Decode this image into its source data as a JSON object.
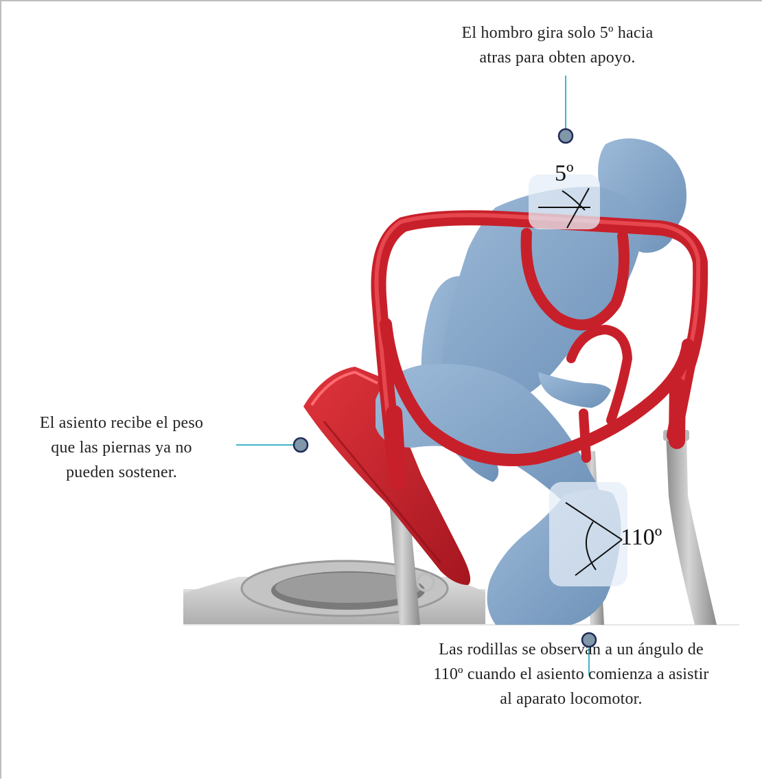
{
  "annotations": {
    "shoulder": {
      "lines": [
        "El hombro gira solo 5º hacia",
        "atras para obten apoyo."
      ]
    },
    "seat": {
      "lines": [
        "El asiento recibe el peso",
        "que las piernas ya no",
        "pueden sostener."
      ]
    },
    "knees": {
      "lines": [
        "Las rodillas se observan a un ángulo de",
        "110º cuando el asiento comienza a asistir",
        "al aparato locomotor."
      ]
    }
  },
  "angles": {
    "shoulder": "5º",
    "knee": "110º"
  },
  "colors": {
    "frame": "#c8202a",
    "figure": "#7fa2c8",
    "legs_metal": "#a4a4a4",
    "base": "#c9c9c9",
    "callout_line": "#3fb4c8",
    "callout_dot_fill": "#7f97a8",
    "callout_dot_stroke": "#1f2a5a"
  }
}
